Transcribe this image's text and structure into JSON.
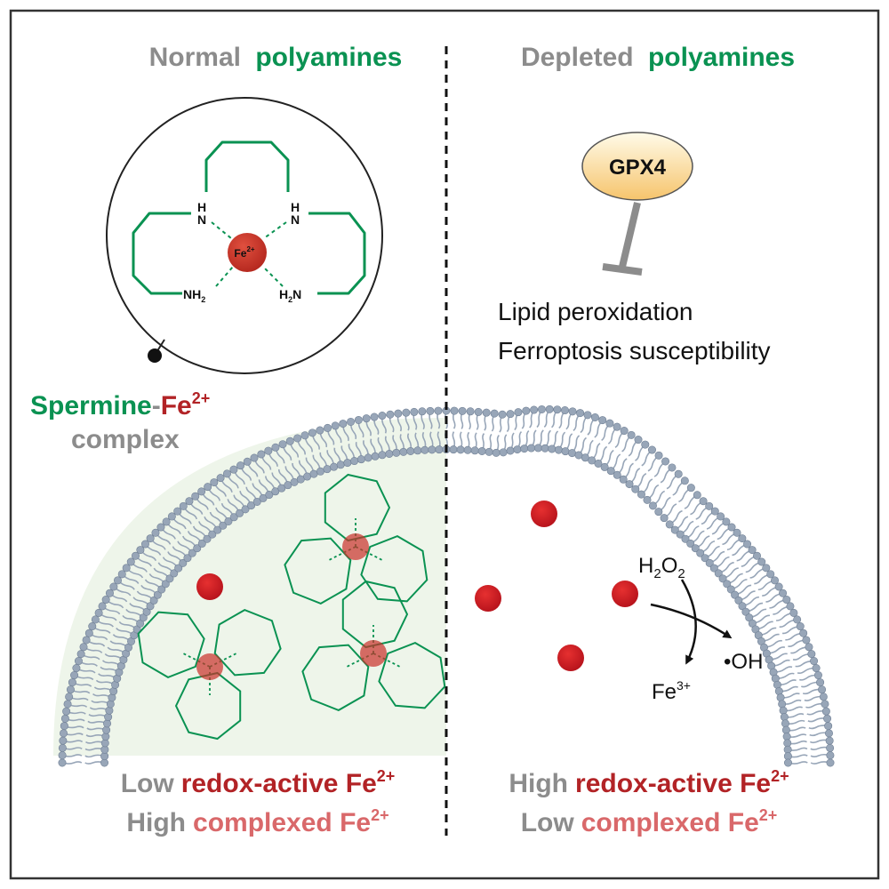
{
  "colors": {
    "green": "#0a9252",
    "gray": "#8c8c8c",
    "red": "#b22326",
    "pink": "#d9686a",
    "iron": "#c9302a",
    "membrane": "#98a6b8",
    "cytoplasm": "#eef5ea",
    "gpx4_fill_top": "#fffbe9",
    "gpx4_fill_bottom": "#f6c46c"
  },
  "left": {
    "heading_part1": "Normal",
    "heading_part2": "polyamines",
    "complex_label": {
      "spermine": "Spermine",
      "dash": "-",
      "fe": "Fe",
      "sup": "2+",
      "line2": "complex"
    },
    "molecule": {
      "iron_label": "Fe",
      "iron_sup": "2+",
      "nh_left_h": "H",
      "nh_left_n": "N",
      "nh_right_h": "H",
      "nh_right_n": "N",
      "nh2_left": "NH",
      "nh2_left_sub": "2",
      "nh2_right_pre": "H",
      "nh2_right_sub": "2",
      "nh2_right_n": "N"
    },
    "footer_line1": {
      "word1": "Low",
      "word2": "redox-active Fe",
      "sup": "2+"
    },
    "footer_line2": {
      "word1": "High",
      "word2": "complexed Fe",
      "sup": "2+"
    }
  },
  "right": {
    "heading_part1": "Depleted",
    "heading_part2": "polyamines",
    "gpx4": "GPX4",
    "effect_line1": "Lipid peroxidation",
    "effect_line2": "Ferroptosis susceptibility",
    "reaction": {
      "h": "H",
      "h_sub": "2",
      "o": "O",
      "o_sub": "2",
      "fe3": "Fe",
      "fe3_sup": "3+",
      "oh": "•OH"
    },
    "footer_line1": {
      "word1": "High",
      "word2": "redox-active Fe",
      "sup": "2+"
    },
    "footer_line2": {
      "word1": "Low",
      "word2": "complexed Fe",
      "sup": "2+"
    }
  }
}
